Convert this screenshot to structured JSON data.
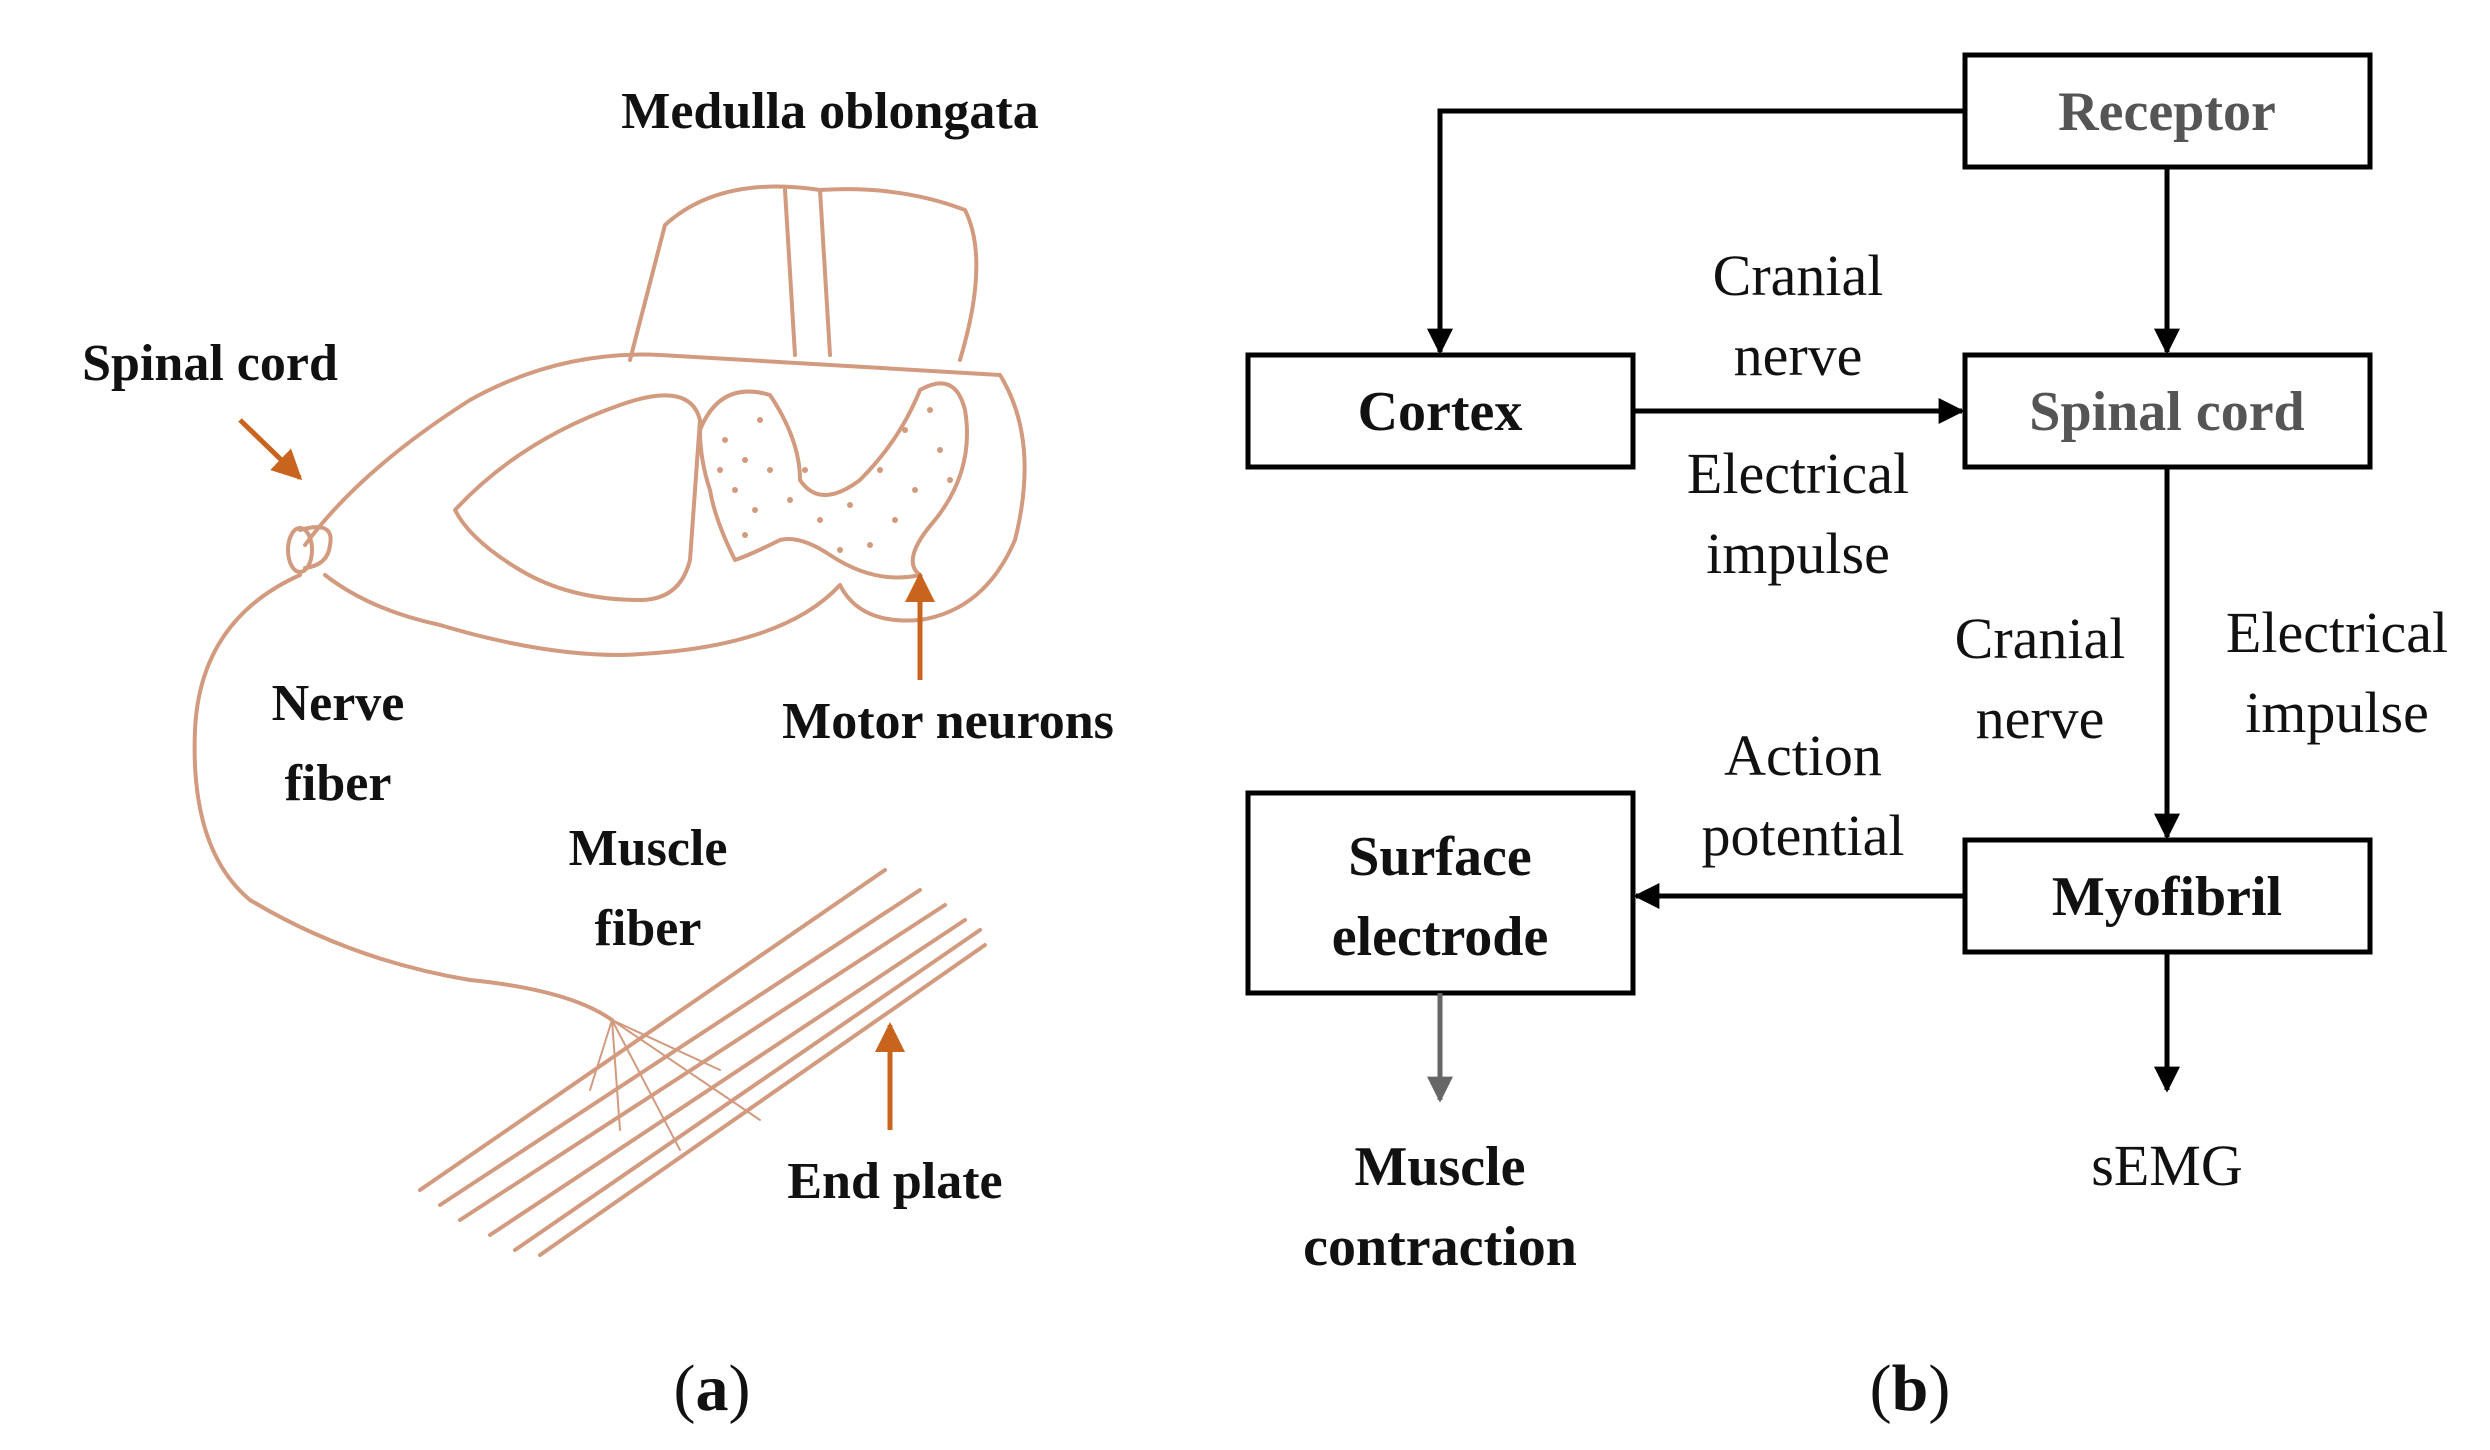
{
  "panel_a": {
    "tag": "a",
    "labels": {
      "medulla": "Medulla oblongata",
      "spinal_cord": "Spinal cord",
      "nerve_fiber_1": "Nerve",
      "nerve_fiber_2": "fiber",
      "muscle_fiber_1": "Muscle",
      "muscle_fiber_2": "fiber",
      "motor_neurons": "Motor neurons",
      "end_plate": "End plate"
    },
    "colors": {
      "drawing": "#d29a7e",
      "arrow": "#c8641e"
    }
  },
  "panel_b": {
    "tag": "b",
    "boxes": {
      "receptor": "Receptor",
      "cortex": "Cortex",
      "spinal_cord": "Spinal cord",
      "myofibril": "Myofibril",
      "surface_1": "Surface",
      "surface_2": "electrode"
    },
    "edge_labels": {
      "cranial_1": "Cranial",
      "nerve_1": "nerve",
      "electrical_1": "Electrical",
      "impulse_1": "impulse",
      "cranial_2": "Cranial",
      "nerve_2": "nerve",
      "electrical_2": "Electrical",
      "impulse_2": "impulse",
      "action": "Action",
      "potential": "potential"
    },
    "outputs": {
      "muscle": "Muscle",
      "contraction": "contraction",
      "semg": "sEMG"
    },
    "colors": {
      "line": "#000000",
      "grey_arrow": "#666666",
      "receptor_text": "#555555"
    }
  }
}
